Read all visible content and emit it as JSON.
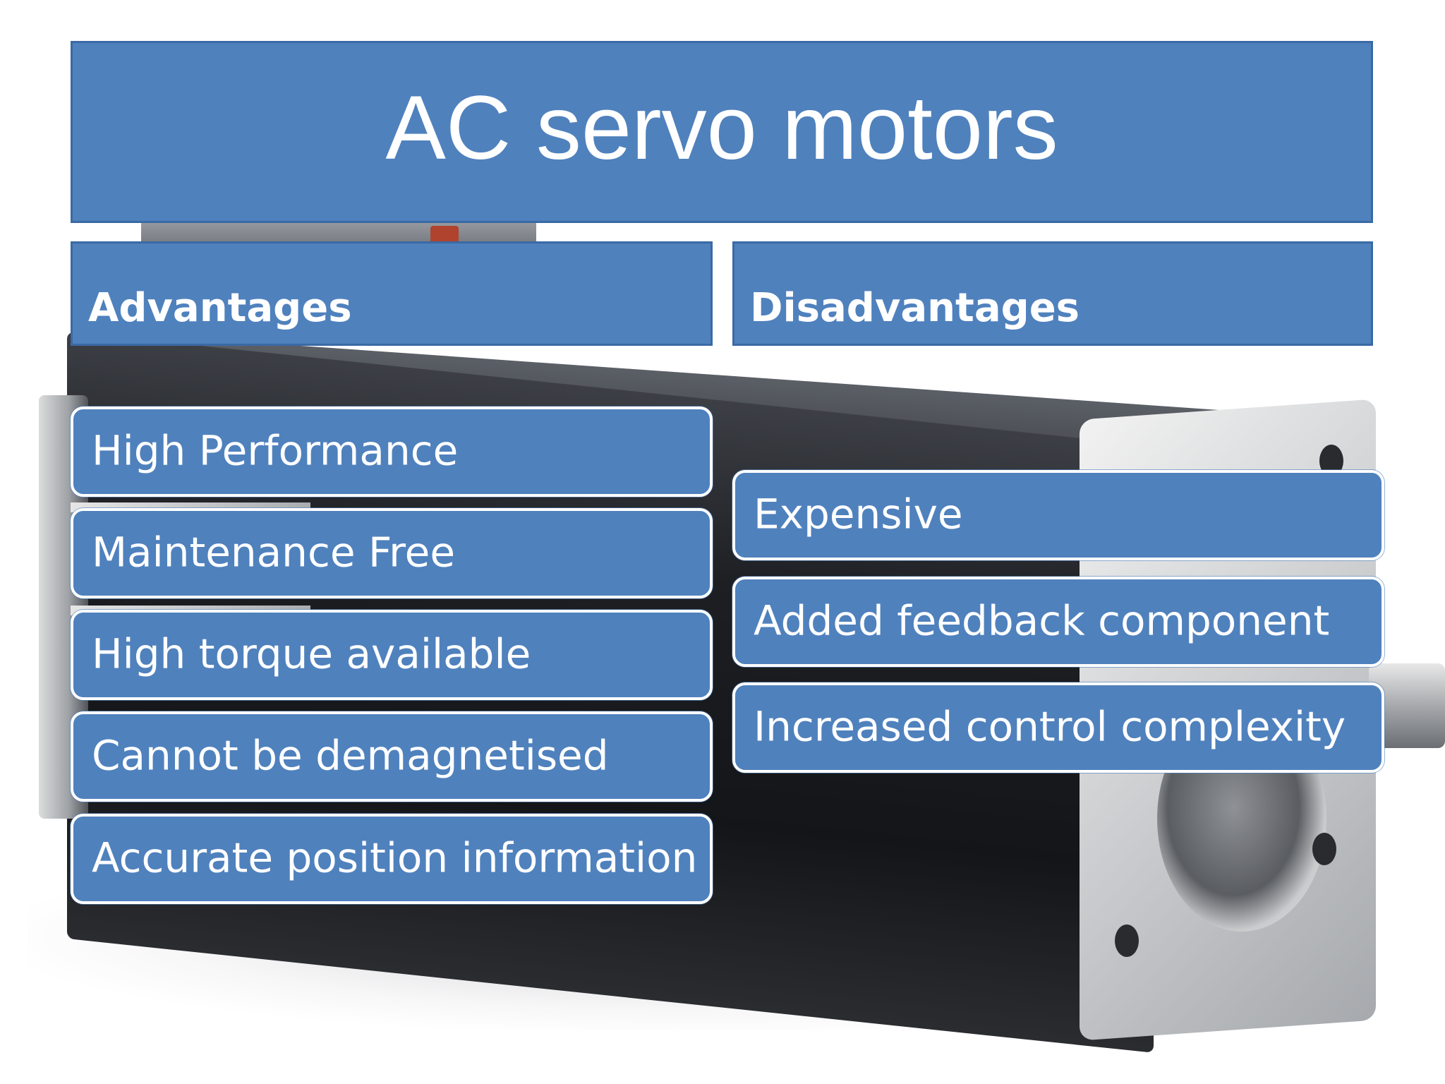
{
  "slide": {
    "title": "AC servo motors",
    "background_image": "servo-motor-photo",
    "accent_color": "#4f81bd",
    "text_color": "#ffffff"
  },
  "advantages": {
    "header": "Advantages",
    "items": [
      "High Performance",
      "Maintenance Free",
      "High torque available",
      "Cannot be demagnetised",
      "Accurate position information"
    ]
  },
  "disadvantages": {
    "header": "Disadvantages",
    "items": [
      "Expensive",
      "Added feedback component",
      "Increased control complexity"
    ]
  }
}
